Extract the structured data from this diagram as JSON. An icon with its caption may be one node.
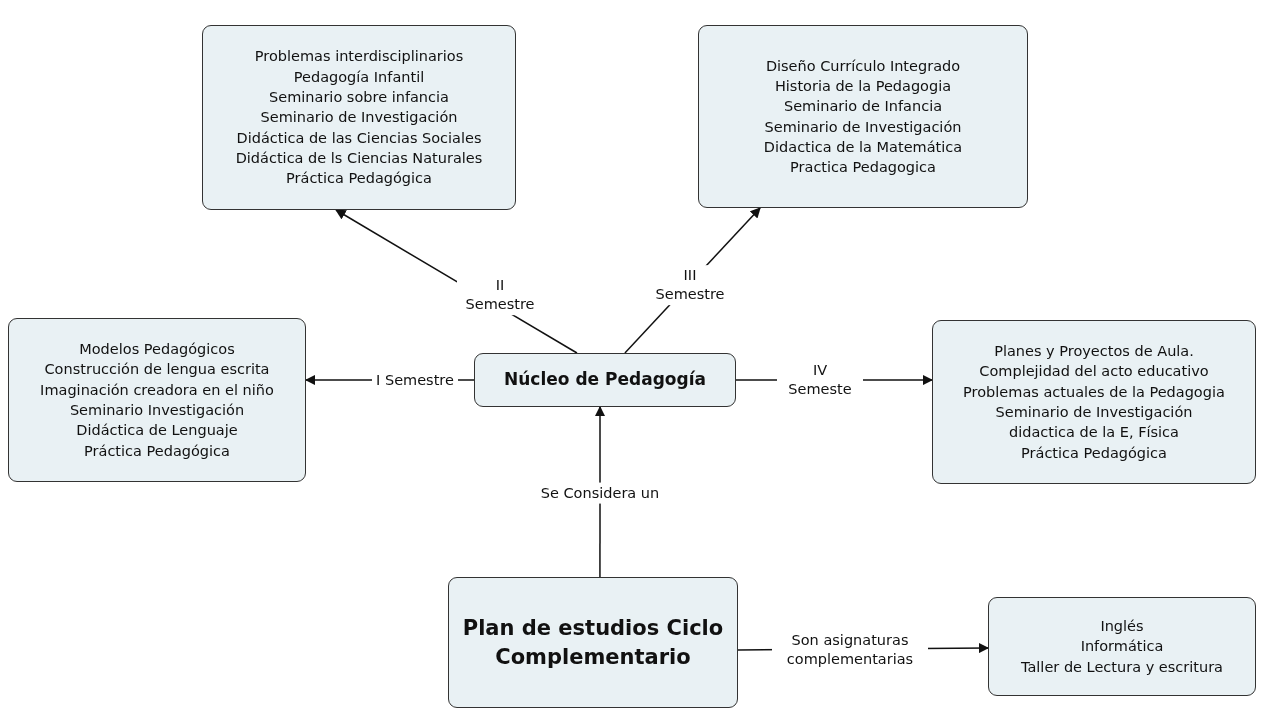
{
  "diagram": {
    "nodes": [
      {
        "text": [
          "Plan de estudios Ciclo Complementario"
        ]
      },
      {
        "text": [
          "Núcleo de Pedagogía"
        ]
      },
      {
        "text": [
          "Modelos Pedagógicos",
          "Construcción de lengua escrita",
          "Imaginación creadora en el niño",
          "Seminario Investigación",
          "Didáctica de Lenguaje",
          "Práctica Pedagógica"
        ]
      },
      {
        "text": [
          "Problemas interdisciplinarios",
          "Pedagogía Infantil",
          "Seminario sobre infancia",
          "Seminario de Investigación",
          "Didáctica de las Ciencias Sociales",
          "Didáctica de ls Ciencias Naturales",
          "Práctica Pedagógica"
        ]
      },
      {
        "text": [
          "Diseño Currículo Integrado",
          "Historia de la Pedagogia",
          "Seminario de Infancia",
          "Seminario de Investigación",
          "Didactica de la Matemática",
          "Practica Pedagogica"
        ]
      },
      {
        "text": [
          "Planes y Proyectos de Aula.",
          "Complejidad del acto educativo",
          "Problemas actuales de la Pedagogia",
          "Seminario de Investigación",
          "didactica de la E, Física",
          "Práctica Pedagógica"
        ]
      },
      {
        "text": [
          "Inglés",
          "Informática",
          "Taller de Lectura y escritura"
        ]
      }
    ],
    "edges": [
      {
        "from": 0,
        "to": 1,
        "arrow": "to",
        "label": "Se Considera un"
      },
      {
        "from": 1,
        "to": 2,
        "arrow": "to",
        "label": "I Semestre"
      },
      {
        "from": 1,
        "to": 3,
        "arrow": "to",
        "label": "II Semestre"
      },
      {
        "from": 1,
        "to": 4,
        "arrow": "to",
        "label": "III Semestre"
      },
      {
        "from": 1,
        "to": 5,
        "arrow": "to",
        "label": "IV Semeste"
      },
      {
        "from": 0,
        "to": 6,
        "arrow": "to",
        "label": "Son asignaturas complementarias"
      }
    ]
  }
}
